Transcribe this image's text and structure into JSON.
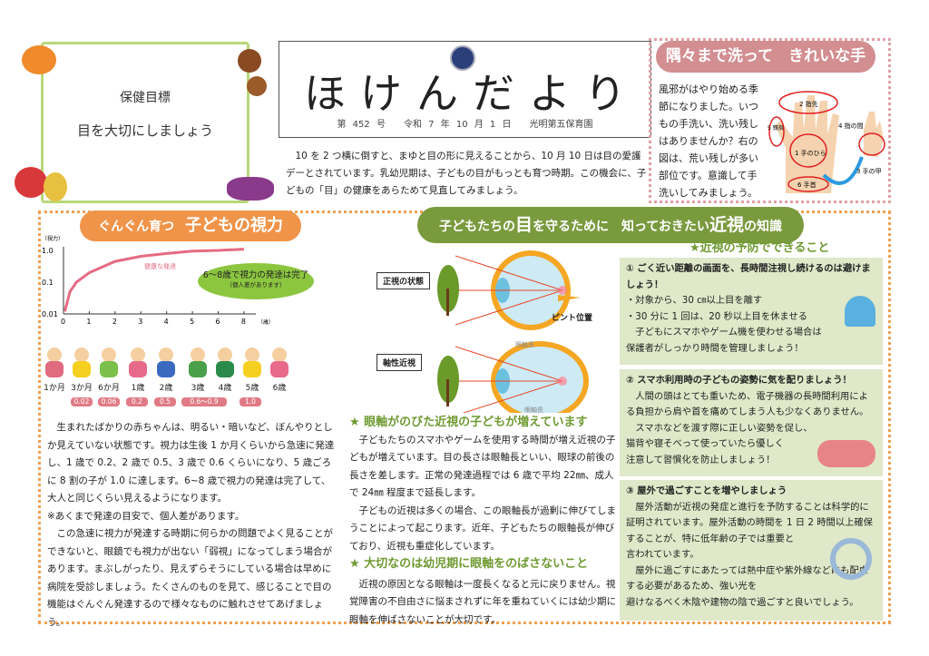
{
  "goal": {
    "label": "保健目標",
    "text": "目を大切にしましょう"
  },
  "header": {
    "title": "ほけんだより",
    "issue": "第 452 号",
    "date": "令和 7 年 10 月 1 日",
    "school": "光明第五保育園"
  },
  "intro": "10 を 2 つ横に倒すと、まゆと目の形に見えることから、10 月 10 日は目の愛護デーとされています。乳幼児期は、子どもの目がもっとも育つ時期。この機会に、子どもの「目」の健康をあらためて見直してみましょう。",
  "hand": {
    "title": "隅々まで洗って　きれいな手",
    "text": "風邪がはやり始める季節になりました。いつもの手洗い、洗い残しはありませんか？右の図は、荒い残しが多い部位です。意識して手洗いしてみましょう。",
    "parts": [
      "1 手のひら",
      "2 指先",
      "3 手の甲",
      "4 指の間",
      "5 親指",
      "6 手首"
    ]
  },
  "vision": {
    "title_a": "ぐんぐん育つ",
    "title_b": "子どもの視力",
    "bubble": "6～8歳で視力の発達は完了",
    "bubble_note": "（個人差があります）",
    "ages": [
      "1か月",
      "3か月",
      "6か月",
      "1歳",
      "2歳",
      "3歳",
      "4歳",
      "5歳",
      "6歳"
    ],
    "values": [
      "0.02",
      "0.06",
      "0.2",
      "0.5",
      "0.6～0.9",
      "1.0"
    ],
    "paragraphs": [
      "生まれたばかりの赤ちゃんは、明るい・暗いなど、ぼんやりとしか見えていない状態です。視力は生後 1 か月くらいから急速に発達し、1 歳で 0.2、2 歳で 0.5、3 歳で 0.6 くらいになり、5 歳ごろに 8 割の子が 1.0 に達します。6~8 歳で視力の発達は完了して、大人と同じくらい見えるようになります。",
      "※あくまで発達の目安で、個人差があります。",
      "この急速に視力が発達する時期に何らかの問題でよく見ることができないと、眼鏡でも視力が出ない「弱視」になってしまう場合があります。まぶしがったり、見えずらそうにしている場合は早めに病院を受診しましょう。たくさんのものを見て、感じることで目の機能はぐんぐん発達するので様々なものに触れさせてあげましょう。"
    ]
  },
  "chart_data": {
    "type": "line",
    "ylabel": "（視力）",
    "xlabel": "（歳）",
    "x_ticks": [
      "0",
      "1",
      "2",
      "3",
      "4",
      "5",
      "6",
      "8"
    ],
    "y_ticks": [
      "1.0",
      "0.1",
      "0.01"
    ],
    "yscale": "log",
    "ylim": [
      0.01,
      1.2
    ],
    "xlim": [
      0,
      8
    ],
    "series": [
      {
        "name": "健康な発達",
        "x": [
          0.05,
          0.25,
          0.5,
          1,
          2,
          3,
          4,
          5,
          6,
          8
        ],
        "y": [
          0.012,
          0.05,
          0.1,
          0.2,
          0.45,
          0.65,
          0.8,
          0.95,
          1.0,
          1.1
        ]
      }
    ]
  },
  "myopia": {
    "banner_a": "子どもたちの",
    "banner_eye": "目",
    "banner_b": "を守るために　知っておきたい",
    "banner_c": "近視",
    "banner_d": "の知識",
    "label_normal": "正視の状態",
    "label_axial": "軸性近視",
    "axis_len": "眼軸長",
    "focus": "ピント位置",
    "h1": "★ 眼軸がのびた近視の子どもが増えています",
    "p1": "子どもたちのスマホやゲームを使用する時間が増え近視の子どもが増えています。目の長さは眼軸長といい、眼球の前後の長さを差します。正常の発達過程では 6 歳で平均 22㎜、成人で 24㎜ 程度まで延長します。",
    "p2": "子どもの近視は多くの場合、この眼軸長が過剰に伸びてしまうことによって起こります。近年、子どもたちの眼軸長が伸びており、近視も重症化しています。",
    "h2": "★ 大切なのは幼児期に眼軸をのばさないこと",
    "p3": "近視の原因となる眼軸は一度長くなると元に戻りません。視覚障害の不自由さに悩まされずに年を重ねていくには幼少期に眼軸を伸ばさないことが大切です。"
  },
  "prevention": {
    "title": "★近視の予防でできること",
    "items": [
      {
        "head": "① ごく近い距離の画面を、長時間注視し続けるのは避けましょう！",
        "lines": [
          "・対象から、30 ㎝以上目を離す",
          "・30 分に 1 回は、20 秒以上目を休ませる",
          "　子どもにスマホやゲーム機を使わせる場合は",
          "保護者がしっかり時間を管理しましょう！"
        ]
      },
      {
        "head": "② スマホ利用時の子どもの姿勢に気を配りましょう！",
        "lines": [
          "　人間の頭はとても重いため、電子機器の長時間利用による負担から肩や首を痛めてしまう人も少なくありません。",
          "　スマホなどを渡す際に正しい姿勢を促し、",
          "猫背や寝そべって使っていたら優しく",
          "注意して習慣化を防止しましょう！"
        ]
      },
      {
        "head": "③ 屋外で過ごすことを増やしましょう",
        "lines": [
          "　屋外活動が近視の発症と進行を予防することは科学的に証明されています。屋外活動の時間を 1 日 2 時間以上確保することが、特に低年齢の子では重要と",
          "言われています。",
          "　屋外に過ごすにあたっては熱中症や紫外線などにも配慮する必要があるため、強い光を",
          "避けなるべく木陰や建物の陰で過ごすと良いでしょう。"
        ]
      }
    ]
  }
}
